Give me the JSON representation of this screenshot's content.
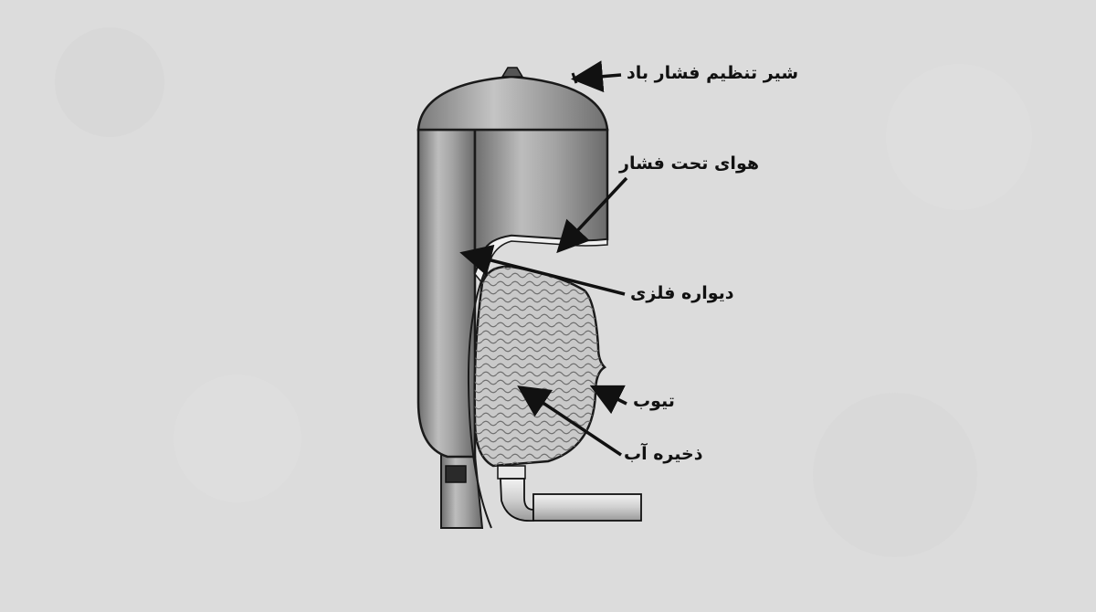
{
  "labels": {
    "air_valve": "شیر تنظیم فشار باد",
    "compressed_air": "هوای تحت فشار",
    "metal_wall": "دیواره فلزی",
    "tube": "تیوب",
    "water_storage": "ذخیره آب"
  },
  "colors": {
    "background": "#dcdcdc",
    "tank_metal": "#8e8e8e",
    "tank_highlight": "#c8c8c8",
    "tube_fill": "#c7c7c7",
    "outline": "#1a1a1a"
  }
}
